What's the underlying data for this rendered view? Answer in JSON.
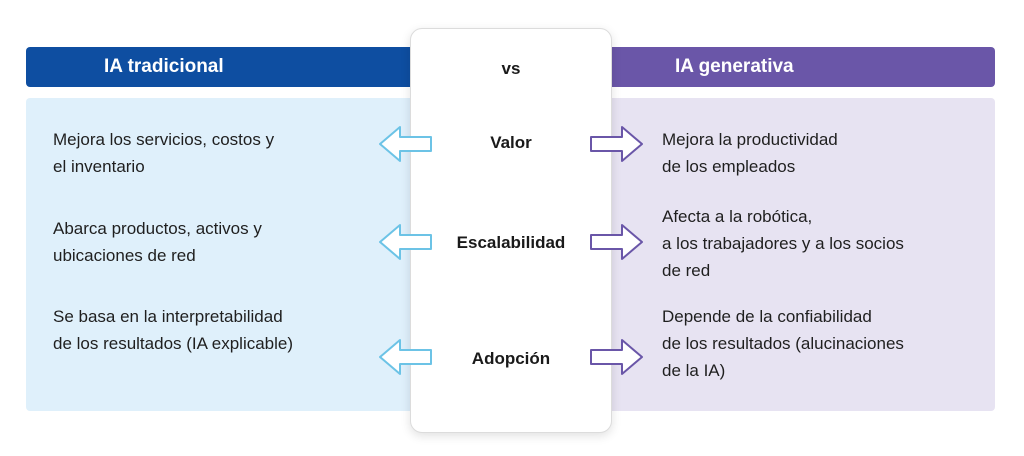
{
  "header": {
    "left_title": "IA tradicional",
    "center_title": "vs",
    "right_title": "IA generativa"
  },
  "rows": [
    {
      "label": "Valor",
      "left": [
        "Mejora los servicios, costos y",
        "el inventario"
      ],
      "right": [
        "Mejora la productividad",
        "de los empleados"
      ]
    },
    {
      "label": "Escalabilidad",
      "left": [
        "Abarca productos, activos y",
        "ubicaciones de red"
      ],
      "right": [
        "Afecta a la robótica,",
        "a los trabajadores y a los socios",
        "de red"
      ]
    },
    {
      "label": "Adopción",
      "left": [
        "Se basa en la interpretabilidad",
        "de los resultados (IA explicable)"
      ],
      "right": [
        "Depende de la confiabilidad",
        "de los resultados (alucinaciones",
        "de la IA)"
      ]
    }
  ],
  "colors": {
    "traditional": "#0e4ea1",
    "generative": "#6a56a8",
    "traditional_panel": "#dff0fb",
    "generative_panel": "#e7e3f2",
    "left_arrow_stroke": "#6cc3e6",
    "right_arrow_stroke": "#6a56a8"
  }
}
